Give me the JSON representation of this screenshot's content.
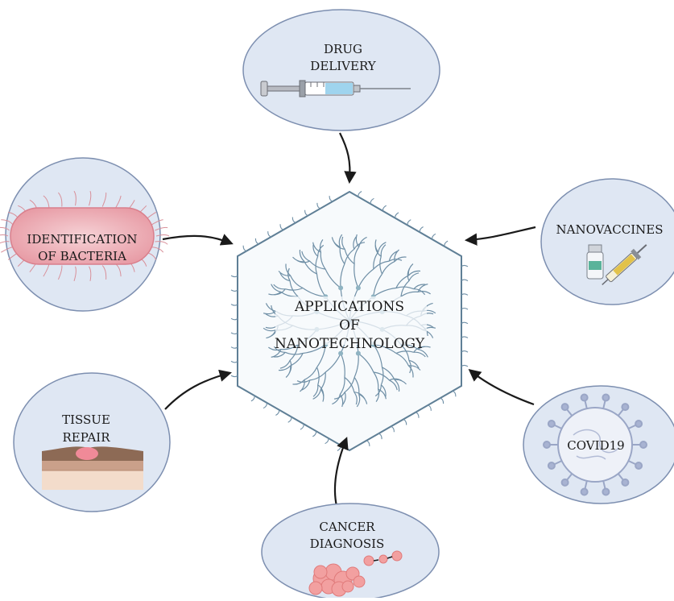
{
  "center": {
    "line1": "APPLICATIONS",
    "line2": "OF",
    "line3": "NANOTECHNOLOGY"
  },
  "nodes": {
    "drug_delivery": {
      "line1": "DRUG",
      "line2": "DELIVERY",
      "icon": "syringe-icon"
    },
    "identification_bacteria": {
      "line1": "IDENTIFICATION",
      "line2": "OF BACTERIA",
      "icon": "bacterium-icon"
    },
    "nanovaccines": {
      "line1": "NANOVACCINES",
      "icon": "vaccine-vial-syringe-icon"
    },
    "tissue_repair": {
      "line1": "TISSUE",
      "line2": "REPAIR",
      "icon": "skin-layers-icon"
    },
    "covid19": {
      "line1": "COVID19",
      "icon": "virus-icon"
    },
    "cancer_diagnosis": {
      "line1": "CANCER",
      "line2": "DIAGNOSIS",
      "icon": "tumor-cells-icon"
    }
  },
  "colors": {
    "ellipse_fill": "#dfe7f3",
    "ellipse_stroke": "#7d8fb0",
    "dendrimer": "#6f8fa6",
    "arrow": "#1a1a1a"
  }
}
